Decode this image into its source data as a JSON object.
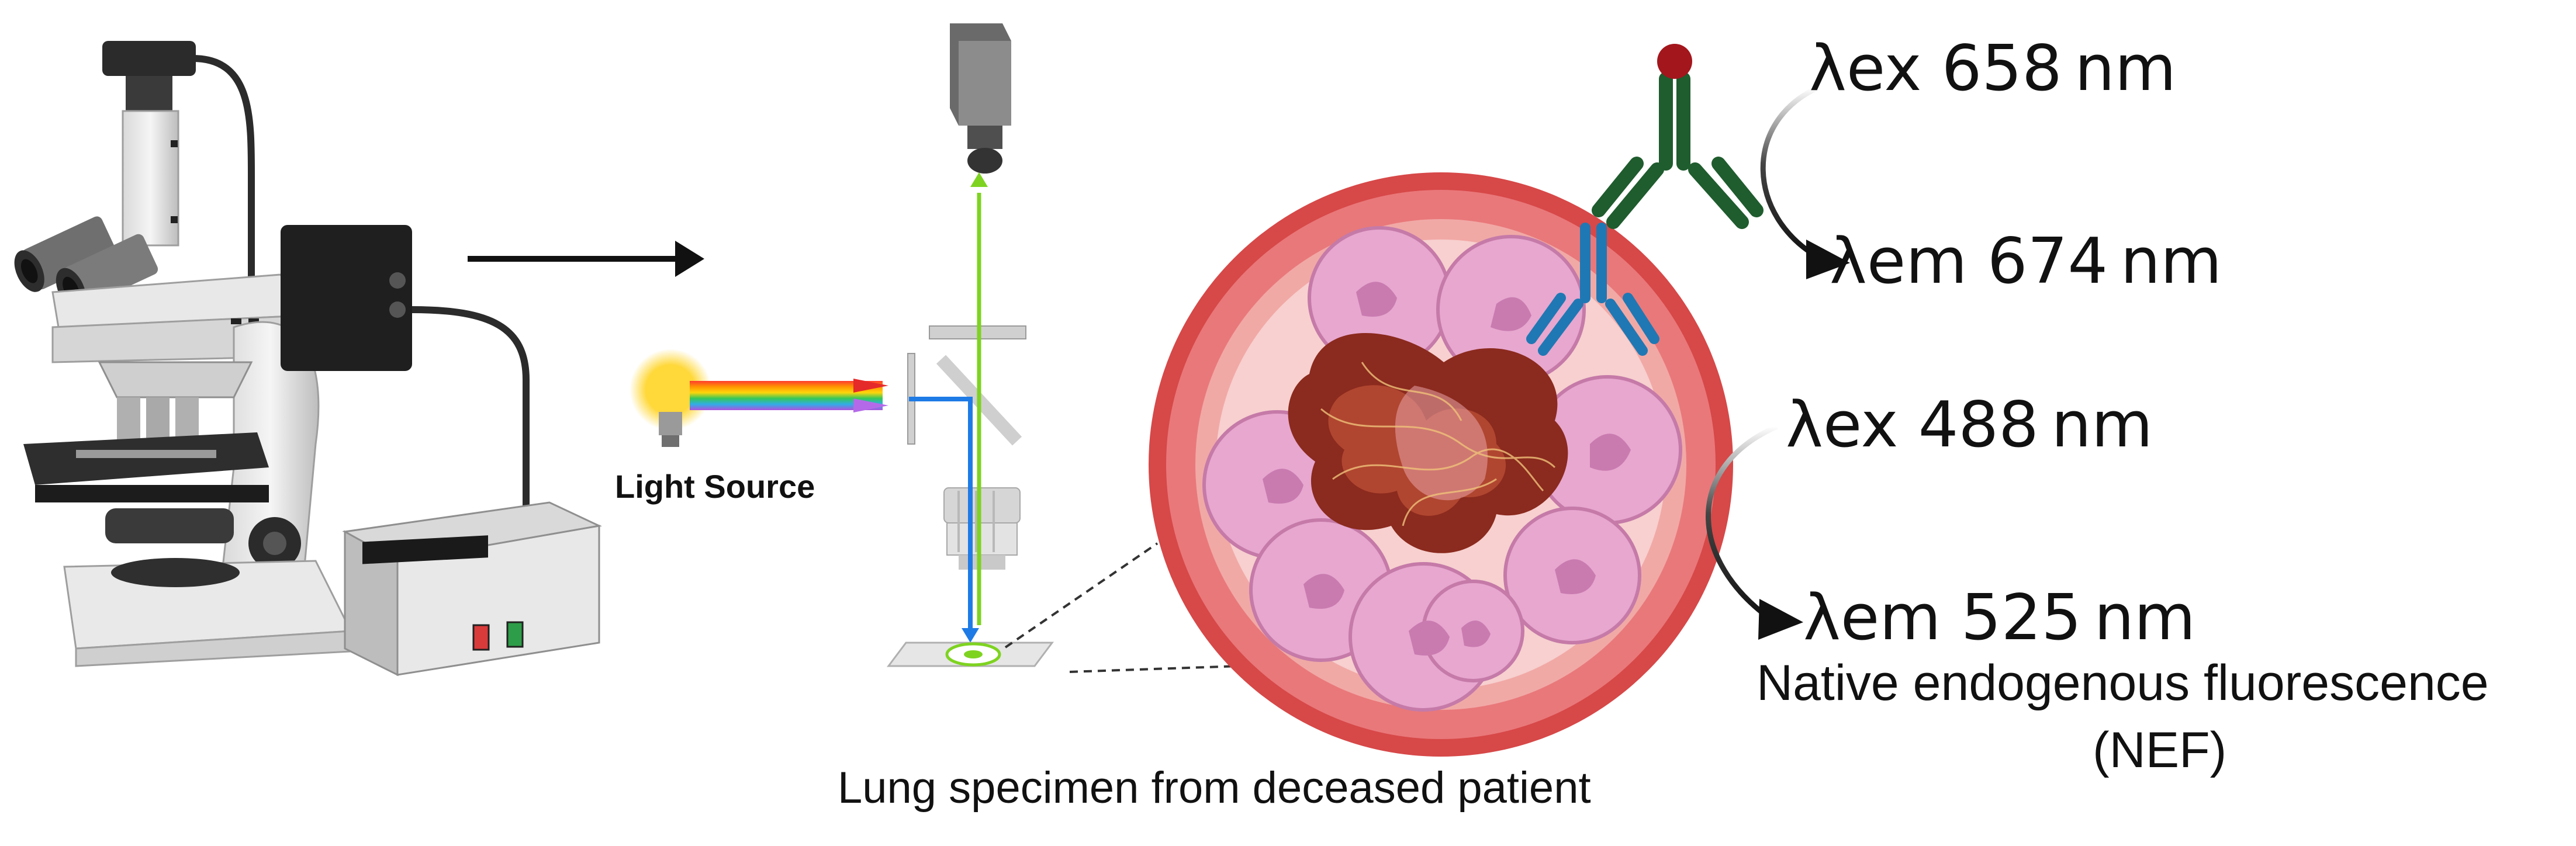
{
  "labels": {
    "light_source": "Light Source",
    "specimen": "Lung specimen from deceased patient",
    "far_red": {
      "ex": "λex 658 nm",
      "em": "λem 674 nm"
    },
    "green": {
      "ex": "λex 488 nm",
      "em": "λem 525 nm"
    },
    "nef_line1": "Native endogenous fluorescence",
    "nef_line2": "(NEF)"
  },
  "colors": {
    "antibody_primary": "#1f5c2e",
    "antibody_secondary": "#1f78b4",
    "fluorophore": "#a3161c",
    "emission_path": "#7ed321",
    "excitation_path": "#1e7be6",
    "tissue_wall": "#e06a6a",
    "cells": "#e7a7cf",
    "clot": "#8b2a1e"
  },
  "icons": [
    "microscope-icon",
    "light-bulb-icon",
    "camera-icon",
    "objective-lens-icon",
    "beam-splitter-icon",
    "slide-icon",
    "antibody-icon",
    "lung-cross-section-icon",
    "power-supply-icon"
  ]
}
